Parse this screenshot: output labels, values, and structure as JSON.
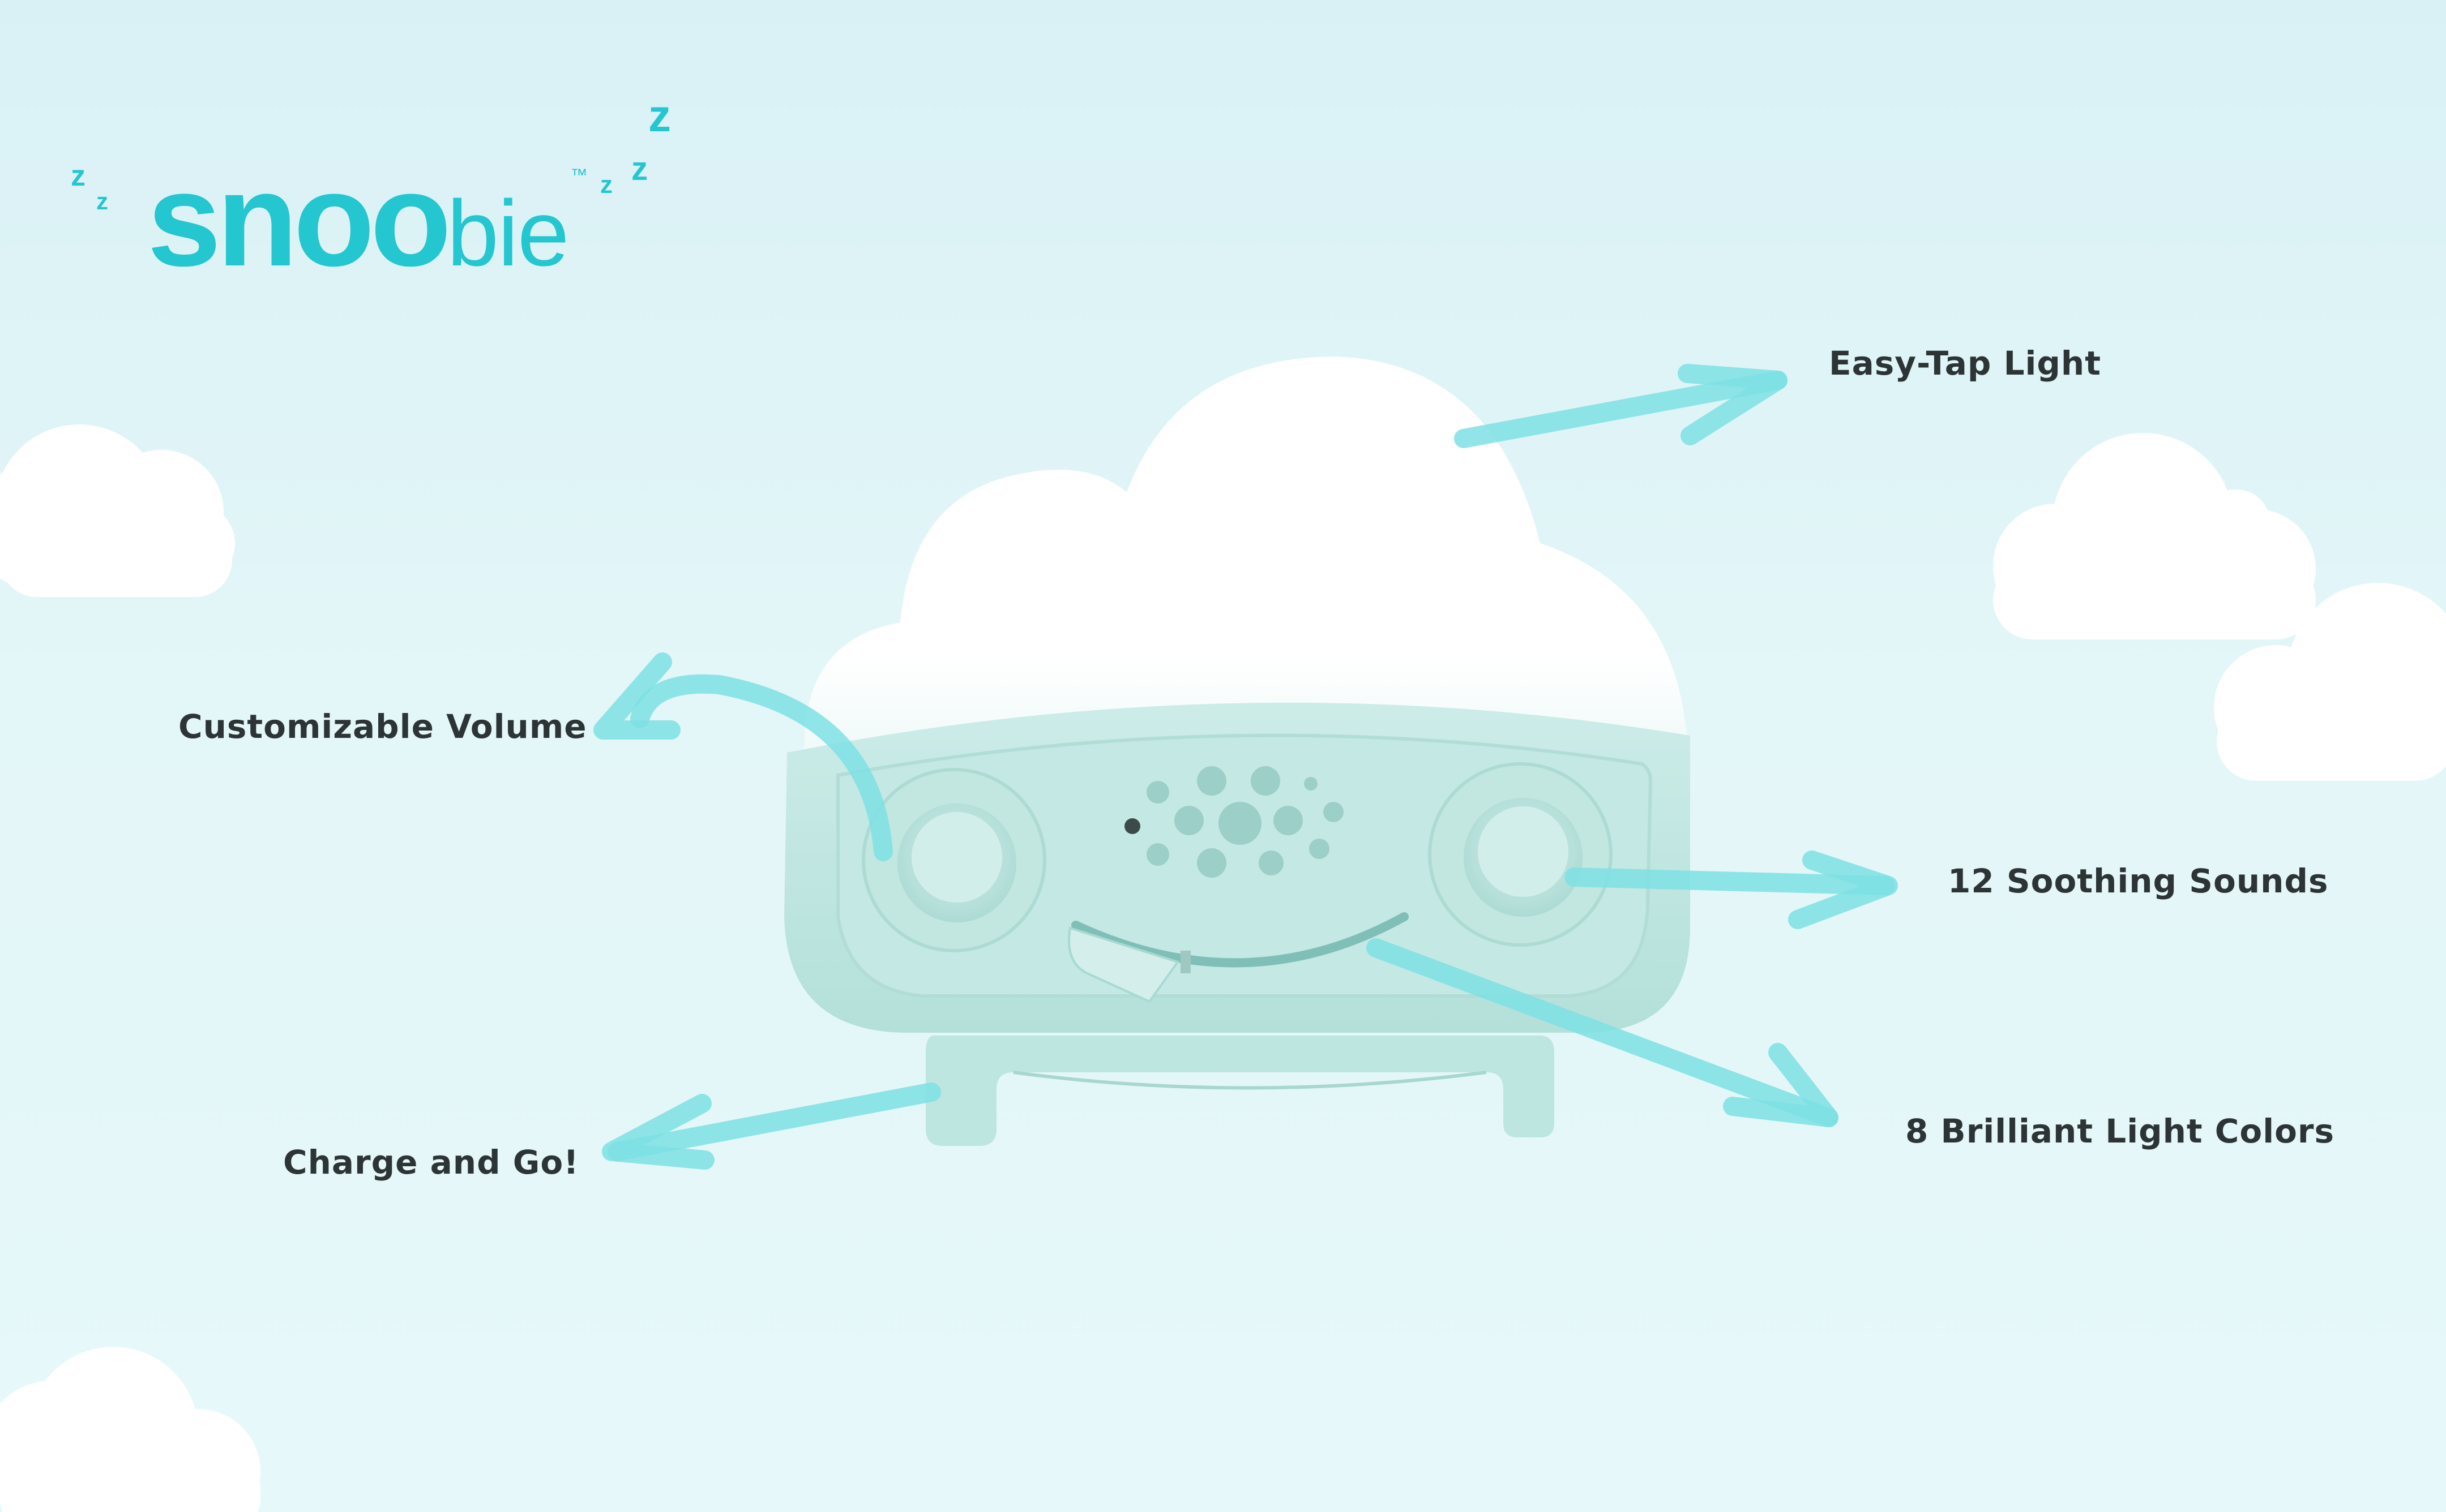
{
  "brand": {
    "bold": "snoo",
    "light": "bie",
    "trademark": "™",
    "color": "#24c6cf"
  },
  "features": {
    "light": "Easy-Tap Light",
    "volume": "Customizable Volume",
    "sounds": "12 Soothing Sounds",
    "charge": "Charge and Go!",
    "colors": "8 Brilliant Light Colors"
  },
  "colors": {
    "background": "#e3f6f8",
    "arrow": "#7ee0e4",
    "device_body": "#bfe6e1",
    "cloud": "#ffffff",
    "label_text": "#2d3436"
  },
  "icons": {
    "sleep": "zzz-icon",
    "arrows": "arrow-icon"
  }
}
